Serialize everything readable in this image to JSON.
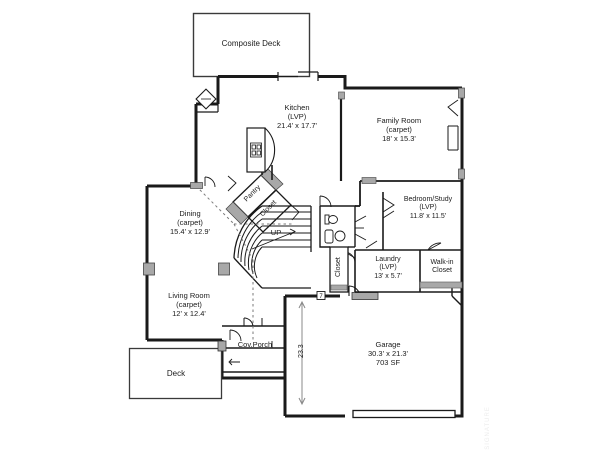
{
  "document": {
    "type": "residential-floor-plan",
    "level": "main-floor",
    "watermark": "SIGNATURE"
  },
  "colors": {
    "wall": "#1a1a1a",
    "thin_line": "#555555",
    "window_fill": "#a8a8a8",
    "text": "#1b1b1b",
    "background": "#ffffff",
    "dashed": "#7a7a7a"
  },
  "rooms": [
    {
      "key": "composite_deck",
      "name": "Composite Deck",
      "flooring": "",
      "dimensions": "",
      "area": ""
    },
    {
      "key": "kitchen",
      "name": "Kitchen",
      "flooring": "(LVP)",
      "dimensions": "21.4' x 17.7'",
      "area": ""
    },
    {
      "key": "family_room",
      "name": "Family Room",
      "flooring": "(carpet)",
      "dimensions": "18' x 15.3'",
      "area": ""
    },
    {
      "key": "bedroom_study",
      "name": "Bedroom/Study",
      "flooring": "(LVP)",
      "dimensions": "11.8' x 11.5'",
      "area": ""
    },
    {
      "key": "dining",
      "name": "Dining",
      "flooring": "(carpet)",
      "dimensions": "15.4' x 12.9'",
      "area": ""
    },
    {
      "key": "living_room",
      "name": "Living Room",
      "flooring": "(carpet)",
      "dimensions": "12' x 12.4'",
      "area": ""
    },
    {
      "key": "laundry",
      "name": "Laundry",
      "flooring": "(LVP)",
      "dimensions": "13' x 5.7'",
      "area": ""
    },
    {
      "key": "garage",
      "name": "Garage",
      "flooring": "",
      "dimensions": "30.3' x 21.3'",
      "area": "703 SF"
    },
    {
      "key": "walk_in_closet",
      "name": "Walk-in",
      "name2": "Closet",
      "flooring": "",
      "dimensions": "",
      "area": ""
    },
    {
      "key": "cov_porch",
      "name": "Cov.Porch",
      "flooring": "",
      "dimensions": "",
      "area": ""
    },
    {
      "key": "deck",
      "name": "Deck",
      "flooring": "",
      "dimensions": "",
      "area": ""
    },
    {
      "key": "pantry",
      "name": "Pantry",
      "flooring": "",
      "dimensions": "",
      "area": ""
    },
    {
      "key": "closet_diag",
      "name": "Closet",
      "flooring": "",
      "dimensions": "",
      "area": ""
    },
    {
      "key": "closet_vert",
      "name": "Closet",
      "flooring": "",
      "dimensions": "",
      "area": ""
    }
  ],
  "annotations": {
    "stairs_direction": "UP",
    "garage_depth_dimension": "23.3"
  }
}
